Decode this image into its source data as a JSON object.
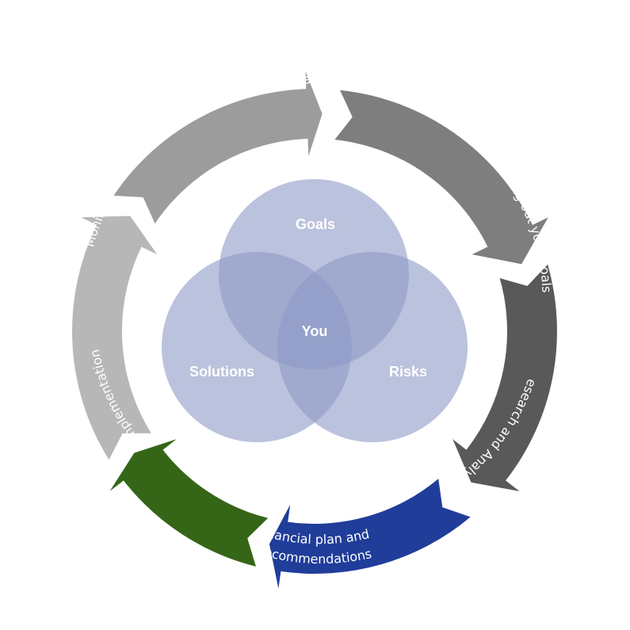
{
  "cycle": {
    "segments": [
      {
        "label": "Initial meeting",
        "color": "#b7b7b7"
      },
      {
        "label": "Working out your goals",
        "color": "#9c9c9c"
      },
      {
        "label": "Research and Analysis",
        "color": "#7e7e7e"
      },
      {
        "label_lines": [
          "Financial plan and",
          "Recommendations"
        ],
        "color": "#595959"
      },
      {
        "label": "Implementation",
        "color": "#203d9a"
      },
      {
        "label": "Monitor and Review",
        "color": "#356617"
      }
    ]
  },
  "venn": {
    "fill_color": "#8e9ac6",
    "circles": [
      {
        "label": "Goals"
      },
      {
        "label": "Solutions"
      },
      {
        "label": "Risks"
      }
    ],
    "center_label": "You"
  }
}
